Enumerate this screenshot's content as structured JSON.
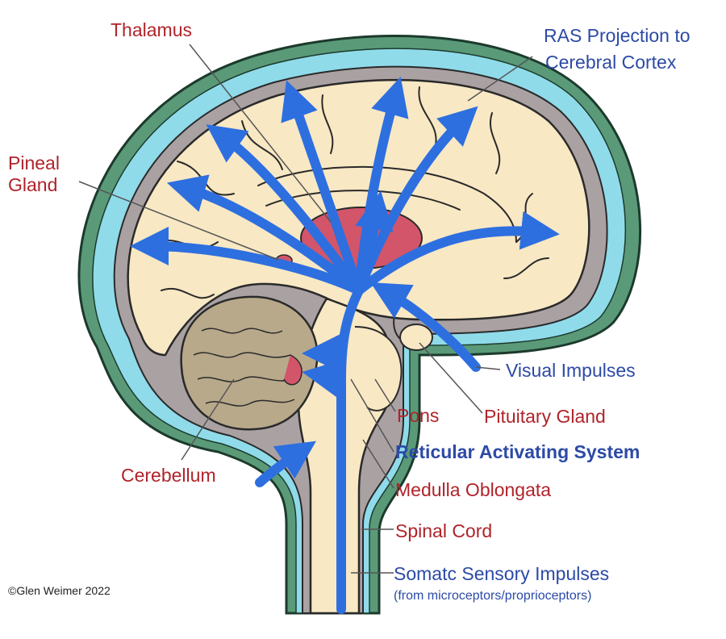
{
  "labels": {
    "thalamus": "Thalamus",
    "pineal_line1": "Pineal",
    "pineal_line2": "Gland",
    "ras_line1": "RAS Projection to",
    "ras_line2": "Cerebral Cortex",
    "visual": "Visual Impulses",
    "pons": "Pons",
    "pituitary": "Pituitary Gland",
    "reticular": "Reticular Activating System",
    "cerebellum": "Cerebellum",
    "medulla": "Medulla Oblongata",
    "spinal": "Spinal Cord",
    "somatic": "Somatc Sensory Impulses",
    "somatic_sub": "(from microceptors/proprioceptors)"
  },
  "credit": "©Glen Weimer 2022",
  "colors": {
    "structure_label": "#b0232a",
    "pathway_label": "#2c4aa6",
    "arrow": "#2e6fe0",
    "cortex": "#f8e8c4",
    "csf": "#8fdbea",
    "meninges": "#5a9a78",
    "dura": "#aaa1a3",
    "thalamus": "#d2556a",
    "cerebellum": "#b8a98a"
  }
}
